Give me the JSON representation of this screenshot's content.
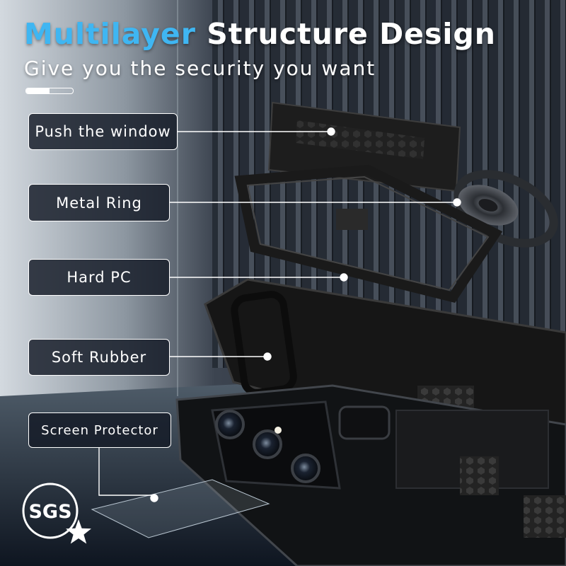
{
  "headline": {
    "accent": "Multilayer",
    "rest": "Structure Design",
    "subtitle": "Give you the security you want",
    "accent_color": "#3fb6f2"
  },
  "progress_indicator": {
    "fraction": 0.5
  },
  "layers": [
    {
      "label": "Push the window"
    },
    {
      "label": "Metal Ring"
    },
    {
      "label": "Hard PC"
    },
    {
      "label": "Soft Rubber"
    },
    {
      "label": "Screen Protector"
    }
  ],
  "badge": {
    "text": "SGS"
  },
  "icons": [
    "star-icon",
    "hex-mesh-icon"
  ]
}
